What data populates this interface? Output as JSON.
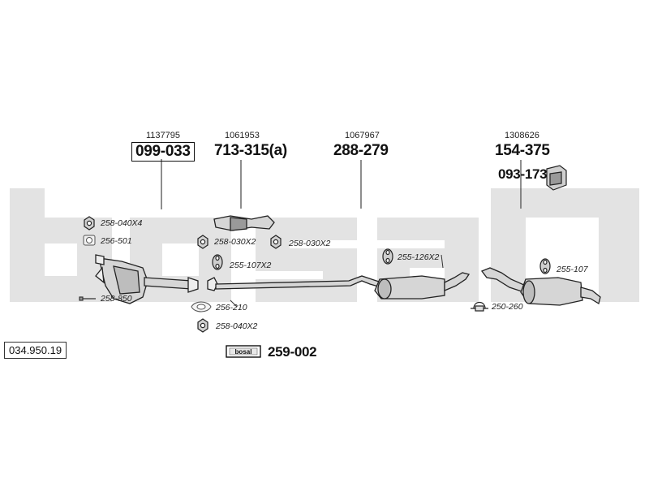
{
  "reference_number": "034.950.19",
  "watermark": {
    "text": "bosal",
    "color": "#e3e3e3"
  },
  "sections": [
    {
      "oem_number": "1137795",
      "part_number": "099-033",
      "boxed": true
    },
    {
      "oem_number": "1061953",
      "part_number": "713-315(a)",
      "boxed": false
    },
    {
      "oem_number": "1067967",
      "part_number": "288-279",
      "boxed": false
    },
    {
      "oem_number": "1308626",
      "part_number": "154-375",
      "boxed": false
    }
  ],
  "extra_part": {
    "part_number": "093-173"
  },
  "accessories": [
    {
      "code": "258-040X4",
      "icon": "nut-icon"
    },
    {
      "code": "256-501",
      "icon": "gasket-icon"
    },
    {
      "code": "258-850",
      "icon": "bolt-icon"
    },
    {
      "code": "258-030X2",
      "icon": "nut-icon"
    },
    {
      "code": "258-030X2",
      "icon": "nut-icon"
    },
    {
      "code": "255-107X2",
      "icon": "rubber-hanger-icon"
    },
    {
      "code": "256-210",
      "icon": "gasket-icon"
    },
    {
      "code": "258-040X2",
      "icon": "nut-icon"
    },
    {
      "code": "255-126X2",
      "icon": "rubber-hanger-icon"
    },
    {
      "code": "255-107",
      "icon": "rubber-hanger-icon"
    },
    {
      "code": "250-260",
      "icon": "clamp-icon"
    }
  ],
  "mounting_kit": {
    "brand": "bosal",
    "part_number": "259-002"
  }
}
